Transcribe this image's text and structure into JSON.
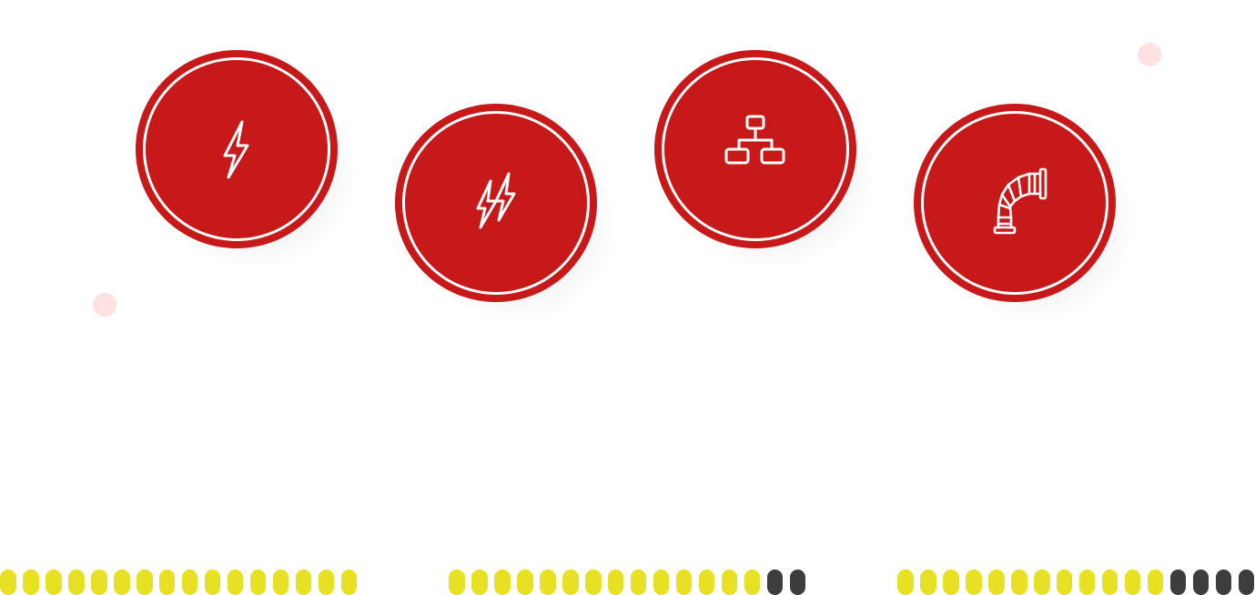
{
  "colors": {
    "badge_fill": "#c8191a",
    "badge_ring": "#ffffff",
    "decor_dot": "#fde1e3",
    "pill_filled": "#e8e023",
    "pill_empty": "#3d3d3f"
  },
  "badges": [
    {
      "icon": "lightning-bolt-icon"
    },
    {
      "icon": "double-lightning-bolt-icon"
    },
    {
      "icon": "network-hierarchy-icon"
    },
    {
      "icon": "pipe-elbow-icon"
    }
  ],
  "progress_indicators": [
    {
      "filled": 16,
      "total": 16
    },
    {
      "filled": 14,
      "total": 16
    },
    {
      "filled": 12,
      "total": 16
    }
  ]
}
